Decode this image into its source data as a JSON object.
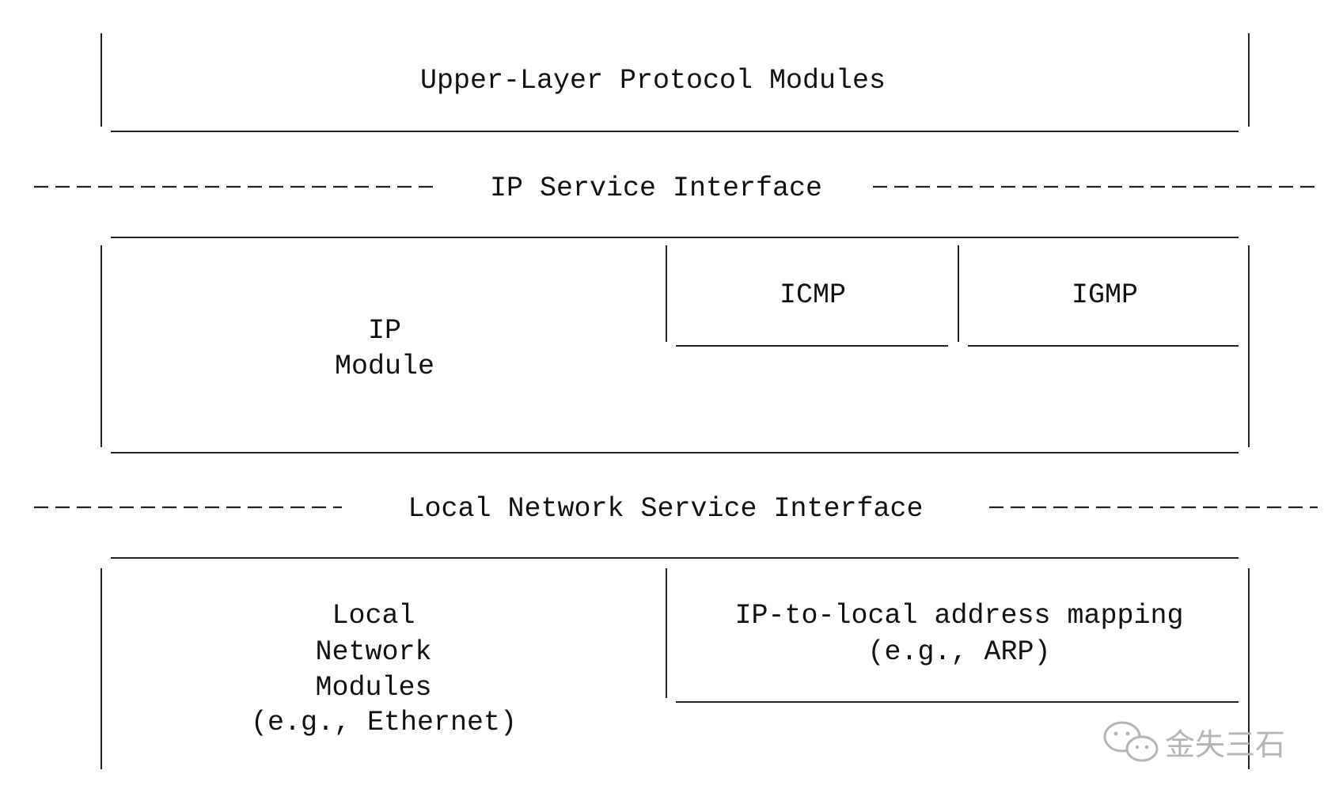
{
  "diagram": {
    "upper_layer": {
      "title": "Upper-Layer Protocol Modules"
    },
    "ip_service_interface": {
      "label": "IP Service Interface"
    },
    "ip_layer": {
      "ip_module_line1": "IP",
      "ip_module_line2": "Module",
      "icmp": "ICMP",
      "igmp": "IGMP"
    },
    "local_network_service_interface": {
      "label": "Local Network Service Interface"
    },
    "local_layer": {
      "local_line1": "Local",
      "local_line2": "Network",
      "local_line3": "Modules",
      "local_line4": "(e.g., Ethernet)",
      "mapping_line1": "IP-to-local address mapping",
      "mapping_line2": "(e.g., ARP)"
    }
  },
  "watermark": {
    "text": "金失三石",
    "icon": "wechat-icon"
  }
}
